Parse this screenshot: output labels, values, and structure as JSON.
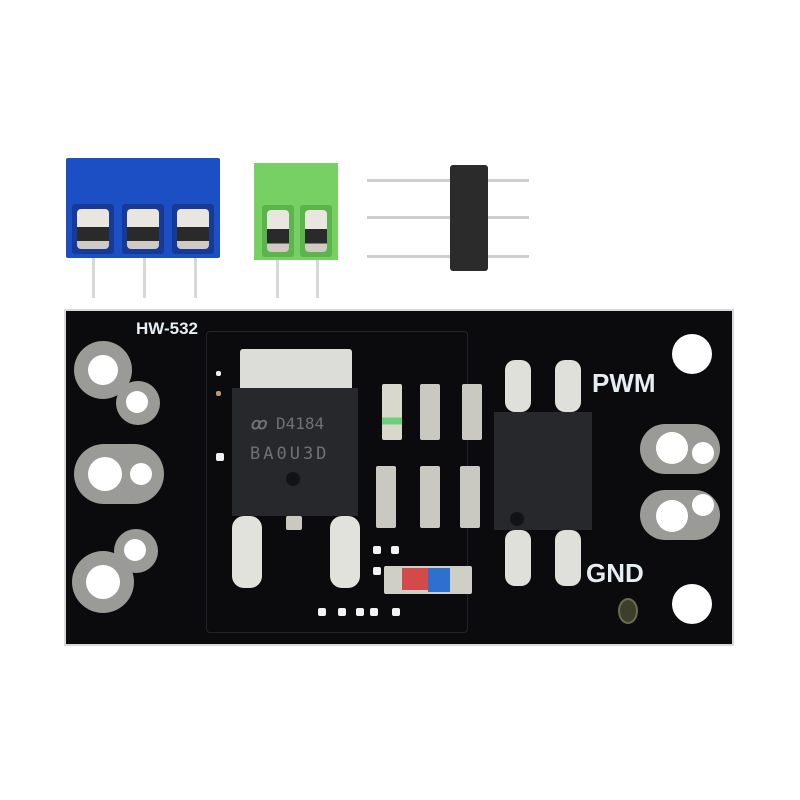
{
  "image": {
    "subject": "MOSFET driver module with accessories",
    "background": "#ffffff"
  },
  "accessories": {
    "blue_terminal": {
      "positions": 3,
      "color": "#1d4fc4"
    },
    "green_terminal": {
      "positions": 2,
      "color": "#76d063"
    },
    "pin_header": {
      "pins": 3,
      "color": "#2b2b2b"
    }
  },
  "board": {
    "color": "#0b0b0d",
    "model_label": "HW-532",
    "pin_labels": {
      "top": "PWM",
      "bottom": "GND"
    },
    "mosfet": {
      "line1": "D4184",
      "line2": "BA0U3D"
    },
    "optocoupler": {
      "marking": "unreadable"
    }
  }
}
